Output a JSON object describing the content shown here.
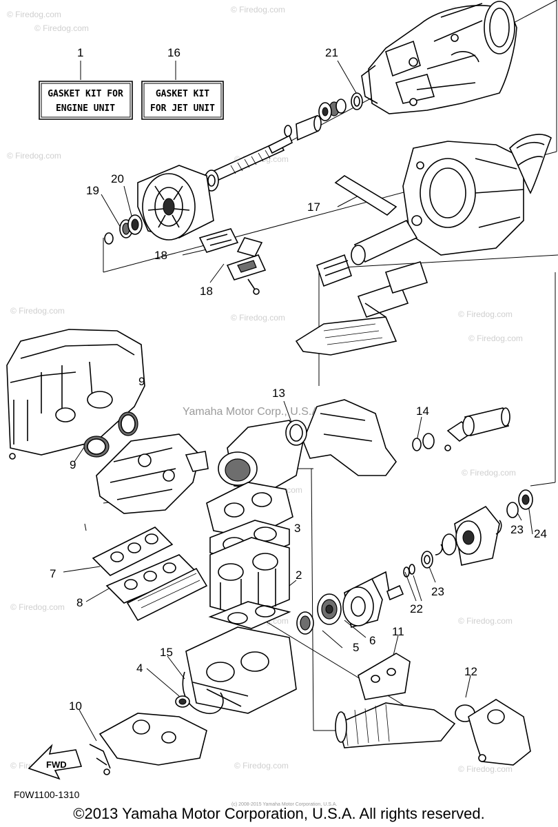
{
  "diagram": {
    "callouts": [
      "1",
      "2",
      "3",
      "4",
      "5",
      "6",
      "7",
      "8",
      "9",
      "9",
      "10",
      "11",
      "12",
      "13",
      "14",
      "15",
      "16",
      "17",
      "18",
      "18",
      "19",
      "20",
      "21",
      "22",
      "23",
      "23",
      "24"
    ],
    "kit_labels": {
      "engine": [
        "GASKET KIT FOR",
        "ENGINE UNIT"
      ],
      "jet": [
        "GASKET KIT",
        "FOR JET UNIT"
      ]
    },
    "fwd_arrow": "FWD",
    "diagram_code": "F0W1100-1310",
    "center_watermark": "Yamaha Motor Corp., U.S.A.",
    "watermark": "© Firedog.com",
    "faint_watermark": "(c) 2008-2015 Yamaha Motor Corporation, U.S.A."
  },
  "footer": {
    "copyright": "©2013 Yamaha Motor Corporation, U.S.A. All rights reserved."
  }
}
